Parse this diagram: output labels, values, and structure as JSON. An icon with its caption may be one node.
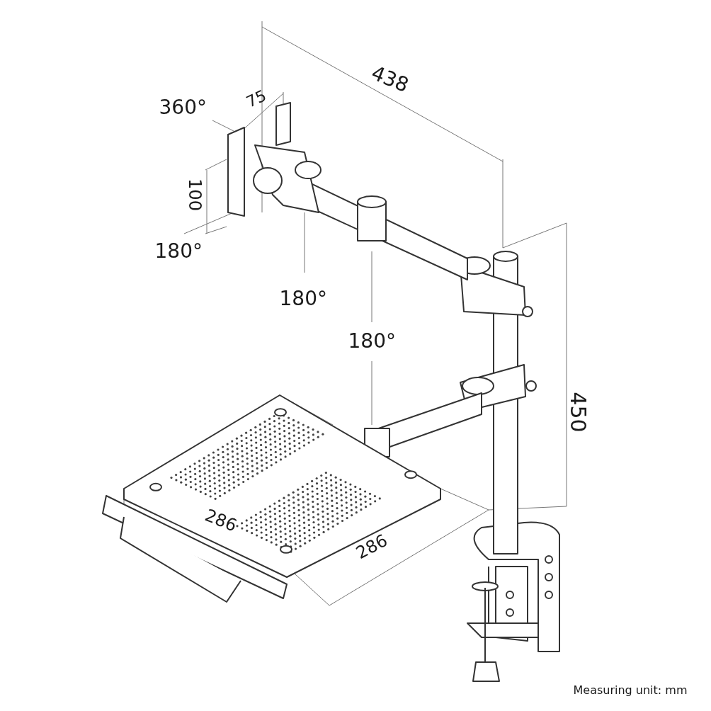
{
  "diagram": {
    "labels": [
      "438",
      "360°",
      "75",
      "100",
      "180°",
      "180°",
      "180°",
      "450",
      "286",
      "286",
      "Measuring unit: mm"
    ]
  }
}
